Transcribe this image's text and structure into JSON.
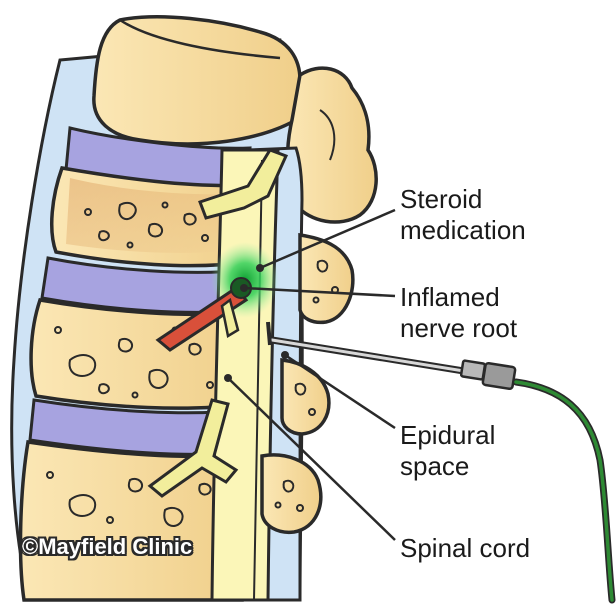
{
  "labels": {
    "steroid_line1": "Steroid",
    "steroid_line2": "medication",
    "inflamed_line1": "Inflamed",
    "inflamed_line2": "nerve root",
    "epidural_line1": "Epidural",
    "epidural_line2": "space",
    "spinal_cord": "Spinal cord"
  },
  "copyright": "©Mayfield Clinic",
  "colors": {
    "bone": "#f5dca0",
    "bone_outline": "#2a2a2a",
    "disc": "#a7a3e0",
    "canal_blue": "#cfe3f5",
    "spinal_cord": "#fbf6b8",
    "steroid_green": "#22c24a",
    "nerve_inflamed": "#d9503a",
    "nerve_normal": "#f2ee9c",
    "needle_tube": "#2e8a34"
  }
}
